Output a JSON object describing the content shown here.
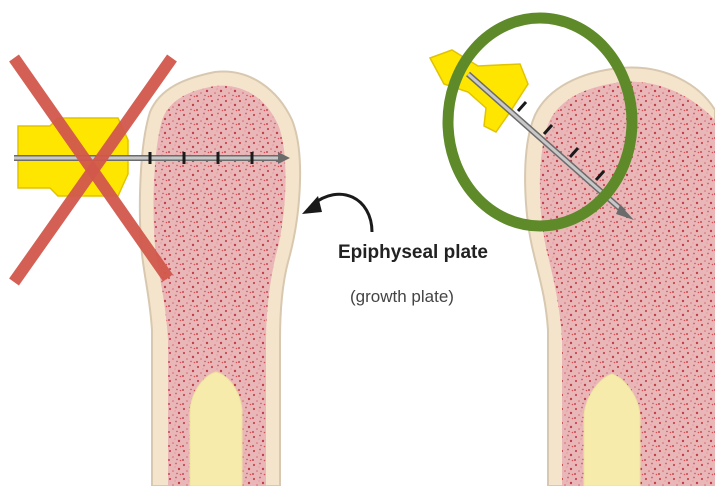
{
  "labels": {
    "title": "Epiphyseal plate",
    "subtitle": "(growth plate)"
  },
  "colors": {
    "cortex": "#f5e4cc",
    "cancellous": "#e9b3b6",
    "speckle": "#c9474f",
    "marrow": "#f6ebab",
    "outline": "#d8c8b0",
    "screw_tip": "#ffe600",
    "screw_shaft": "#9a9a9a",
    "cross": "#d2584c",
    "circle": "#5f8a2a",
    "arrow": "#1a1a1a"
  },
  "icons": {
    "wrong": "red-x-mark",
    "correct": "green-circle"
  }
}
